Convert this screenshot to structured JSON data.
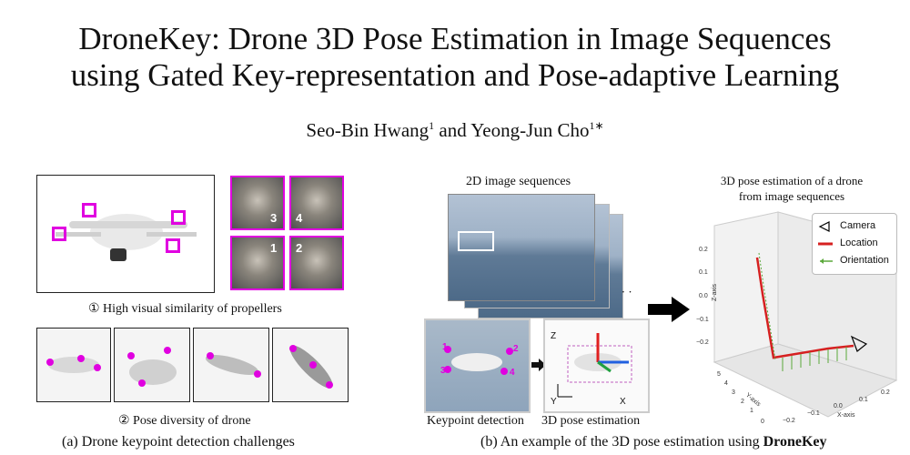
{
  "title_line1": "DroneKey: Drone 3D Pose Estimation in Image Sequences",
  "title_line2": "using Gated Key-representation and Pose-adaptive Learning",
  "authors": {
    "author1": "Seo-Bin Hwang",
    "author1_sup": "1",
    "joiner": " and ",
    "author2": "Yeong-Jun Cho",
    "author2_sup": "1∗"
  },
  "figure_a": {
    "keypoint_labels": [
      "1",
      "2",
      "3",
      "4"
    ],
    "zoom_labels": [
      "3",
      "4",
      "1",
      "2"
    ],
    "caption1": "① High visual similarity of propellers",
    "caption2": "② Pose diversity of drone",
    "caption": "(a) Drone keypoint detection challenges"
  },
  "figure_b": {
    "seq_label": "2D image sequences",
    "kp_label": "Keypoint detection",
    "pose_label": "3D pose estimation",
    "kp_numbers": [
      "1",
      "2",
      "3",
      "4"
    ],
    "axis_z": "Z",
    "axis_y": "Y",
    "axis_x": "X",
    "plot_title_line1": "3D pose estimation of  a drone",
    "plot_title_line2": "from image sequences",
    "legend": [
      "Camera",
      "Location",
      "Orientation"
    ],
    "zaxis": "Z-axis",
    "yaxis": "Y-axis",
    "xaxis": "X-axis",
    "zticks": [
      "0.2",
      "0.1",
      "0.0",
      "−0.1",
      "−0.2"
    ],
    "yticks": [
      "5",
      "4",
      "3",
      "2",
      "1",
      "0"
    ],
    "xticks": [
      "−0.2",
      "−0.1",
      "0.0",
      "0.1",
      "0.2"
    ],
    "caption_prefix": "(b) An example of the 3D pose estimation using ",
    "caption_bold": "DroneKey"
  },
  "colors": {
    "keypoint": "#e000e0",
    "location": "#d62020",
    "orientation": "#5aa83a"
  }
}
